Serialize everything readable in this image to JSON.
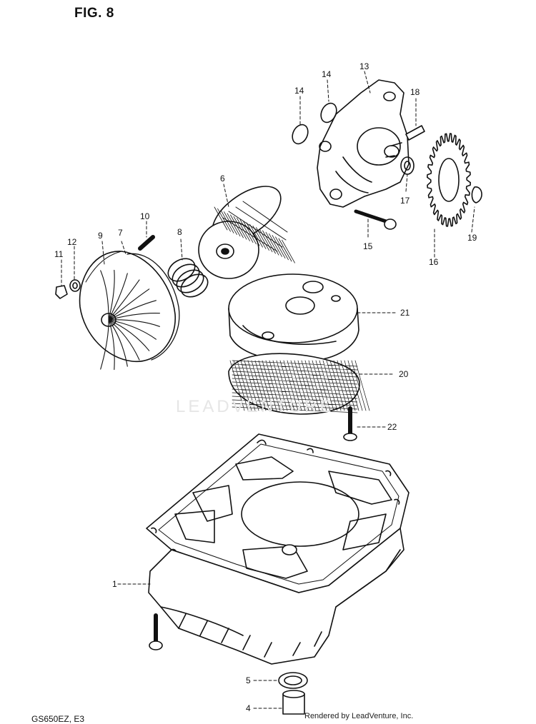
{
  "figure": {
    "title": "FIG. 8",
    "model_code": "GS650EZ, E3",
    "credit": "Rendered by LeadVenture, Inc.",
    "watermark": "LEADVENTURE"
  },
  "callouts": [
    {
      "id": "p13",
      "label": "13"
    },
    {
      "id": "p14a",
      "label": "14"
    },
    {
      "id": "p14b",
      "label": "14"
    },
    {
      "id": "p18",
      "label": "18"
    },
    {
      "id": "p17",
      "label": "17"
    },
    {
      "id": "p16",
      "label": "16"
    },
    {
      "id": "p19",
      "label": "19"
    },
    {
      "id": "p15",
      "label": "15"
    },
    {
      "id": "p6",
      "label": "6"
    },
    {
      "id": "p10",
      "label": "10"
    },
    {
      "id": "p9",
      "label": "9"
    },
    {
      "id": "p7",
      "label": "7"
    },
    {
      "id": "p8",
      "label": "8"
    },
    {
      "id": "p12",
      "label": "12"
    },
    {
      "id": "p11",
      "label": "11"
    },
    {
      "id": "p21",
      "label": "21"
    },
    {
      "id": "p20",
      "label": "20"
    },
    {
      "id": "p22",
      "label": "22"
    },
    {
      "id": "p1",
      "label": "1"
    },
    {
      "id": "p5",
      "label": "5"
    },
    {
      "id": "p4",
      "label": "4"
    }
  ]
}
